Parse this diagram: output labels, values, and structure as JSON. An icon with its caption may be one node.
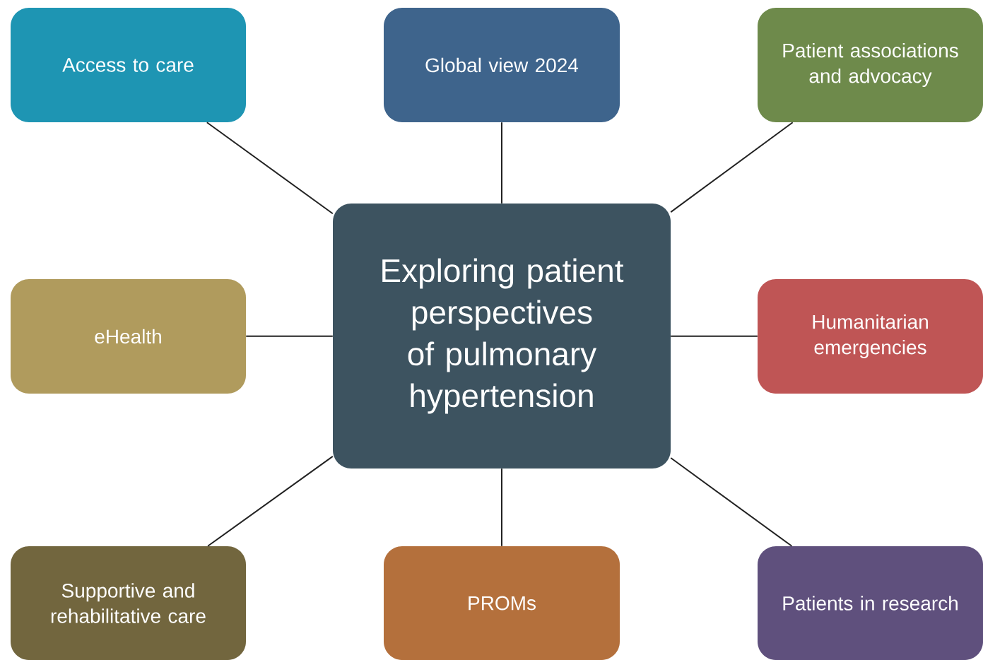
{
  "diagram": {
    "nodes": [
      {
        "text": [
          "Exploring patient perspectives of pulmonary hypertension"
        ]
      },
      {
        "text": [
          "Access to care"
        ]
      },
      {
        "text": [
          "Global view 2024"
        ]
      },
      {
        "text": [
          "Patient associations and advocacy"
        ]
      },
      {
        "text": [
          "eHealth"
        ]
      },
      {
        "text": [
          "Humanitarian emergencies"
        ]
      },
      {
        "text": [
          "Supportive and rehabilitative care"
        ]
      },
      {
        "text": [
          "PROMs"
        ]
      },
      {
        "text": [
          "Patients in research"
        ]
      }
    ],
    "edges": [
      {
        "from": 0,
        "to": 1,
        "arrow": "none"
      },
      {
        "from": 0,
        "to": 2,
        "arrow": "none"
      },
      {
        "from": 0,
        "to": 3,
        "arrow": "none"
      },
      {
        "from": 0,
        "to": 4,
        "arrow": "none"
      },
      {
        "from": 0,
        "to": 5,
        "arrow": "none"
      },
      {
        "from": 0,
        "to": 6,
        "arrow": "none"
      },
      {
        "from": 0,
        "to": 7,
        "arrow": "none"
      },
      {
        "from": 0,
        "to": 8,
        "arrow": "none"
      }
    ]
  }
}
